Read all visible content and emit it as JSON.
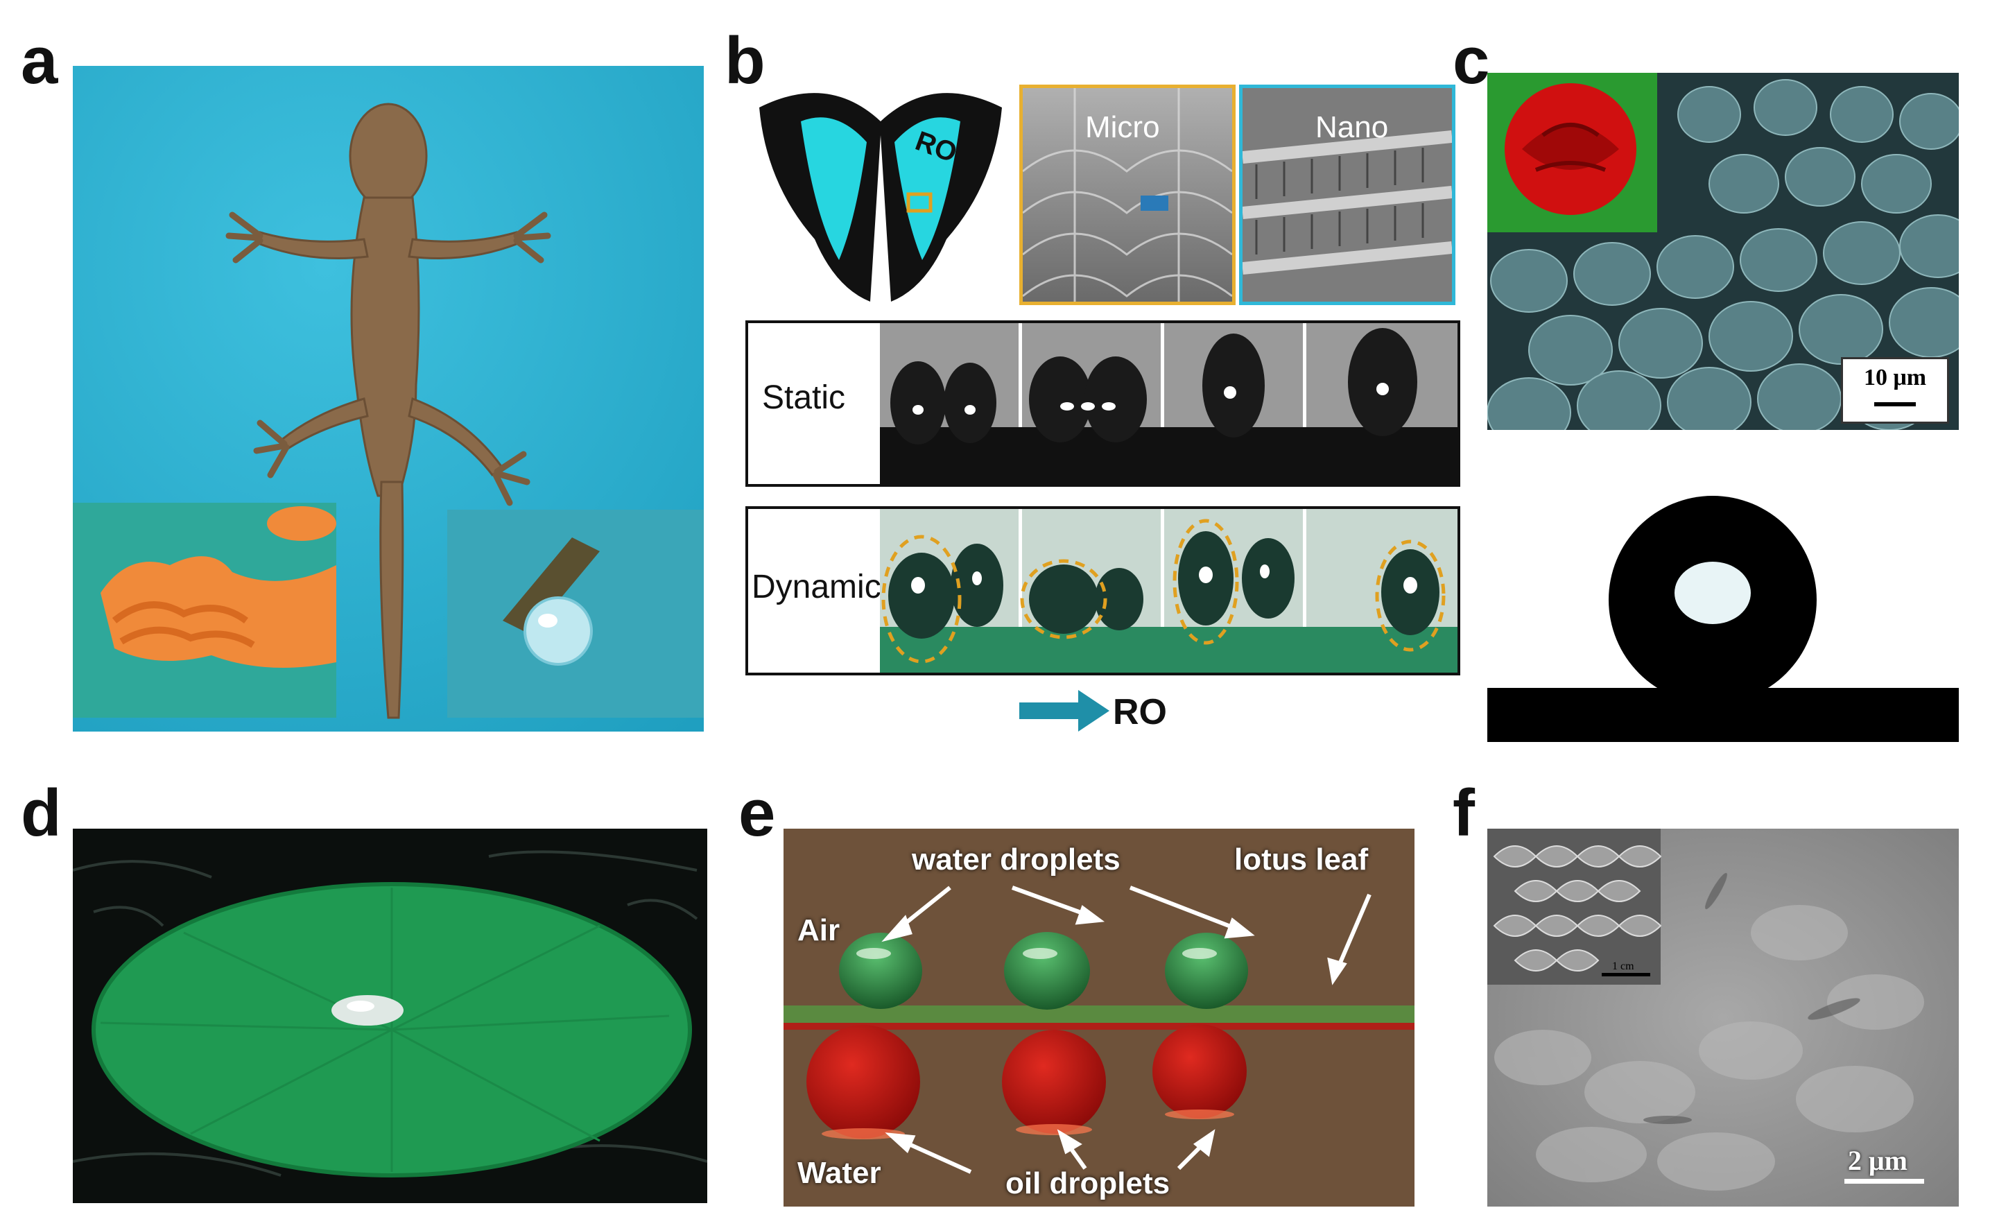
{
  "panels": {
    "a": {
      "letter": "a"
    },
    "b": {
      "letter": "b",
      "butterfly_label": "RO",
      "inset_micro": "Micro",
      "inset_nano": "Nano",
      "row_static": "Static",
      "row_dynamic": "Dynamic",
      "arrow_label": "RO"
    },
    "c": {
      "letter": "c",
      "scale_bar": "10 μm"
    },
    "d": {
      "letter": "d"
    },
    "e": {
      "letter": "e",
      "water_droplets": "water droplets",
      "lotus_leaf": "lotus leaf",
      "air": "Air",
      "water": "Water",
      "oil_droplets": "oil droplets"
    },
    "f": {
      "letter": "f",
      "inset_scale": "1 cm",
      "scale_bar": "2 μm"
    }
  },
  "colors": {
    "gecko_bg": "#2fb3d4",
    "butterfly_wing": "#27d6e0",
    "arrow": "#1f8fa8",
    "lotus_green": "#1f9a52",
    "oil_red": "#c81a14",
    "dashed_ellipse": "#e0a020"
  }
}
